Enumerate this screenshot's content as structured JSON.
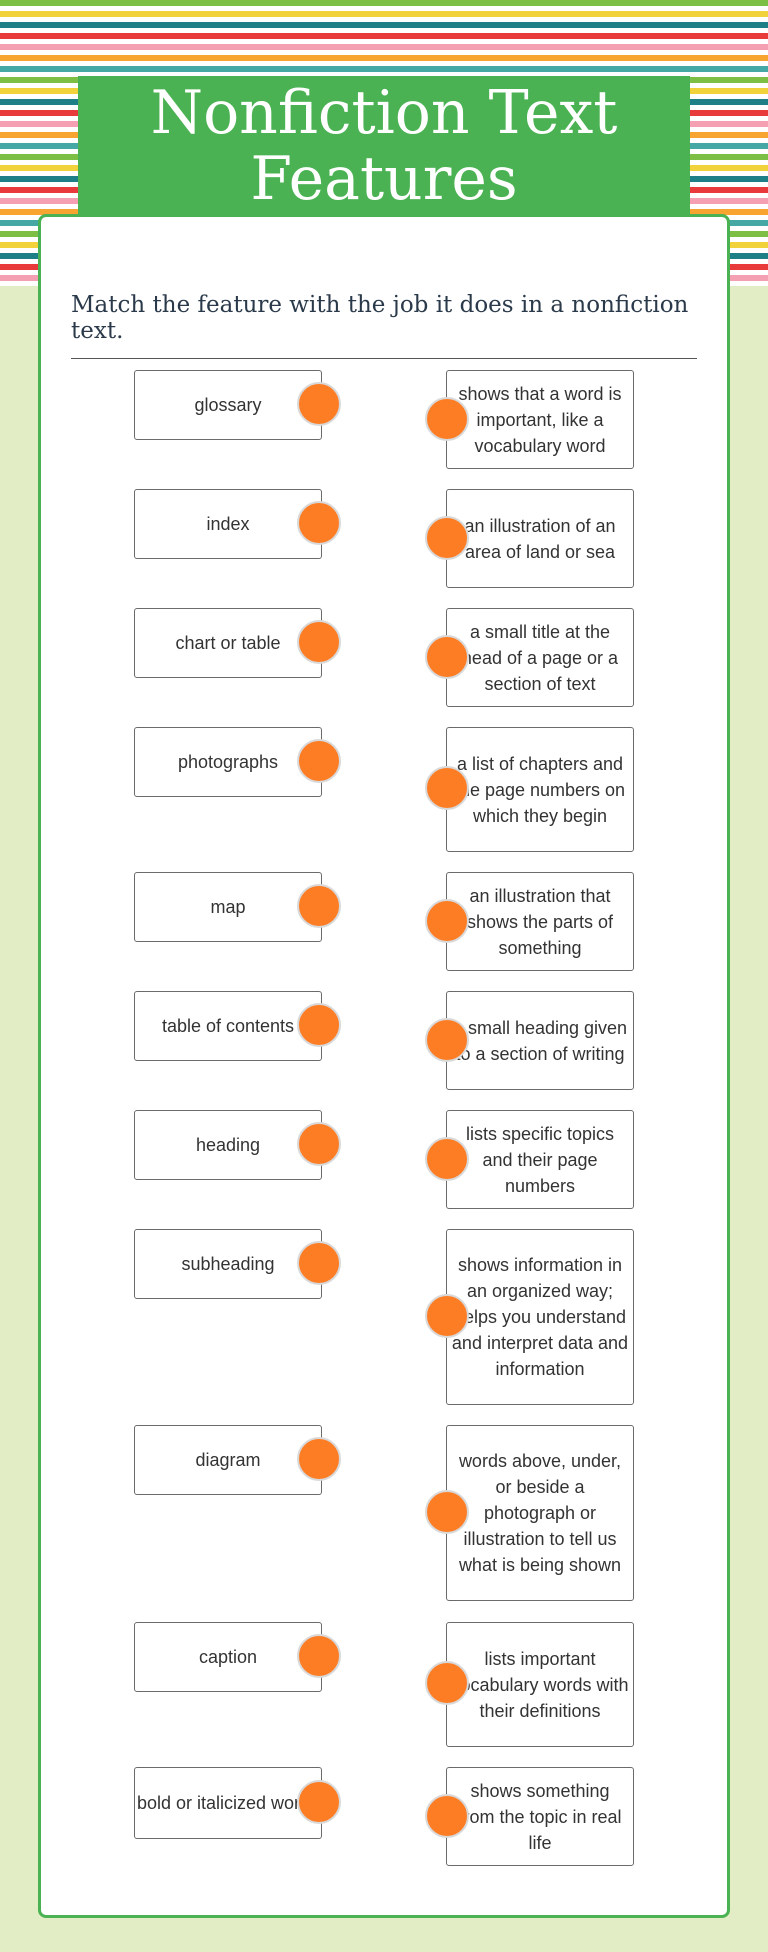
{
  "title": "Nonfiction Text Features",
  "instructions": "Match the feature with the job it does in a nonfiction text.",
  "features": [
    "glossary",
    "index",
    "chart or table",
    "photographs",
    "map",
    "table of contents",
    "heading",
    "subheading",
    "diagram",
    "caption",
    "bold or italicized words"
  ],
  "descriptions": [
    "shows that a word is important, like a vocabulary word",
    "an illustration of an area of land or sea",
    "a small title at the head of a page or a section of text",
    "a list of chapters and the page numbers on which they begin",
    "an illustration that shows the parts of something",
    "a small heading given to a section of writing",
    "lists specific topics and their page numbers",
    "shows information in an organized way; helps you understand and interpret data and information",
    "words above, under, or beside a photograph or illustration to tell us what is being shown",
    "lists important vocabulary words with their definitions",
    "shows something from the topic in real life"
  ],
  "colors": {
    "accent_green": "#4ab253",
    "connector_orange": "#fd7d25",
    "background": "#e2edc6"
  }
}
